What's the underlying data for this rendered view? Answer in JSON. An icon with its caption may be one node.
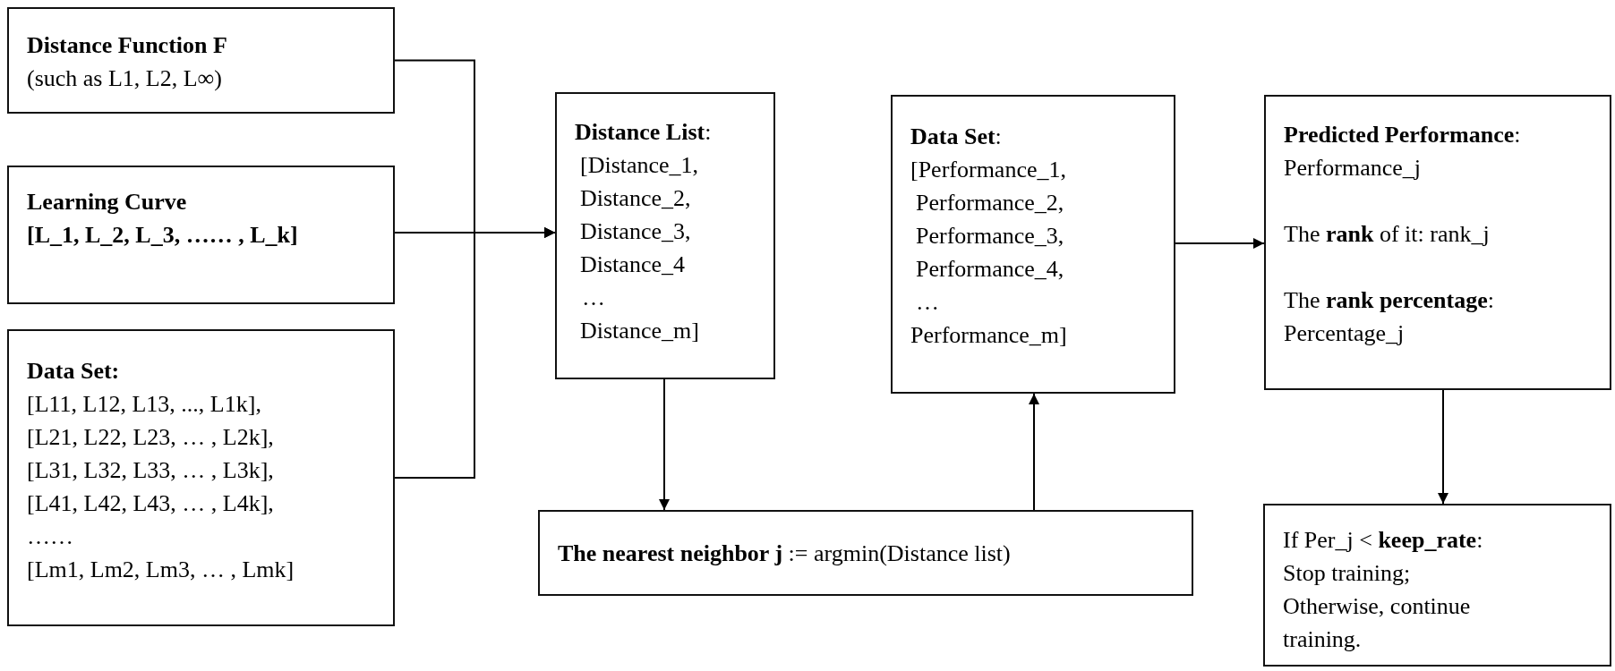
{
  "diagram": {
    "nodes": [
      {
        "text": [
          "Distance Function F",
          "(such as L1, L2, L∞)"
        ]
      },
      {
        "text": [
          "Learning Curve",
          "[L_1,  L_2,  L_3,  …… ,  L_k]"
        ]
      },
      {
        "text": [
          "Data Set:",
          "[L11, L12, L13, ..., L1k],",
          "[L21, L22, L23, … , L2k],",
          "[L31, L32, L33, … , L3k],",
          "[L41, L42, L43, … , L4k],",
          "……",
          "[Lm1, Lm2, Lm3, … , Lmk]"
        ]
      },
      {
        "text": [
          "**Distance List**:",
          "[Distance_1,",
          "Distance_2,",
          "Distance_3,",
          "Distance_4",
          "…",
          "Distance_m]"
        ]
      },
      {
        "text": [
          "**Data Set**:",
          "[Performance_1,",
          "Performance_2,",
          "Performance_3,",
          "Performance_4,",
          "…",
          "Performance_m]"
        ]
      },
      {
        "text": [
          "**Predicted Performance**:",
          "Performance_j",
          "The **rank** of it:  rank_j",
          "The **rank percentage**:",
          "Percentage_j"
        ]
      },
      {
        "text": [
          "**The nearest neighbor j**  := argmin(Distance list)"
        ]
      },
      {
        "text": [
          "If Per_j < **keep_rate**:",
          "Stop training;",
          "Otherwise, continue training."
        ]
      }
    ],
    "edges": [
      {
        "from": 0,
        "to": 3,
        "arrow": "to"
      },
      {
        "from": 1,
        "to": 3,
        "arrow": "to"
      },
      {
        "from": 2,
        "to": 3,
        "arrow": "to"
      },
      {
        "from": 3,
        "to": 6,
        "arrow": "to"
      },
      {
        "from": 6,
        "to": 4,
        "arrow": "to"
      },
      {
        "from": 4,
        "to": 5,
        "arrow": "to"
      },
      {
        "from": 5,
        "to": 7,
        "arrow": "to"
      }
    ]
  }
}
